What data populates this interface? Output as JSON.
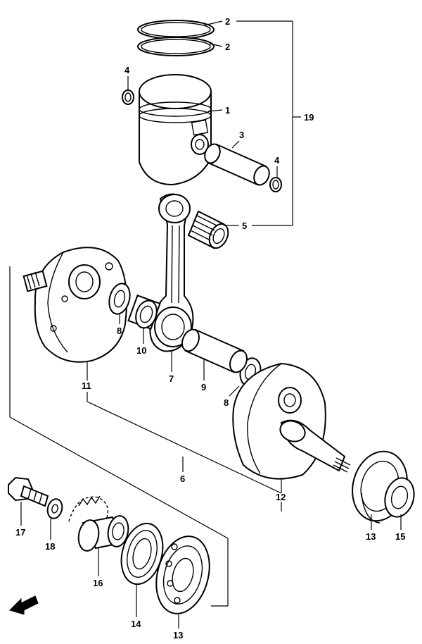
{
  "callouts": {
    "c1": "1",
    "c2a": "2",
    "c2b": "2",
    "c3": "3",
    "c4a": "4",
    "c4b": "4",
    "c5": "5",
    "c6": "6",
    "c7": "7",
    "c8a": "8",
    "c8b": "8",
    "c9": "9",
    "c10": "10",
    "c11": "11",
    "c12": "12",
    "c13a": "13",
    "c13b": "13",
    "c14": "14",
    "c15": "15",
    "c16": "16",
    "c17": "17",
    "c18": "18",
    "c19": "19"
  },
  "icons": {
    "direction_arrow": "front-direction-arrow-icon"
  }
}
